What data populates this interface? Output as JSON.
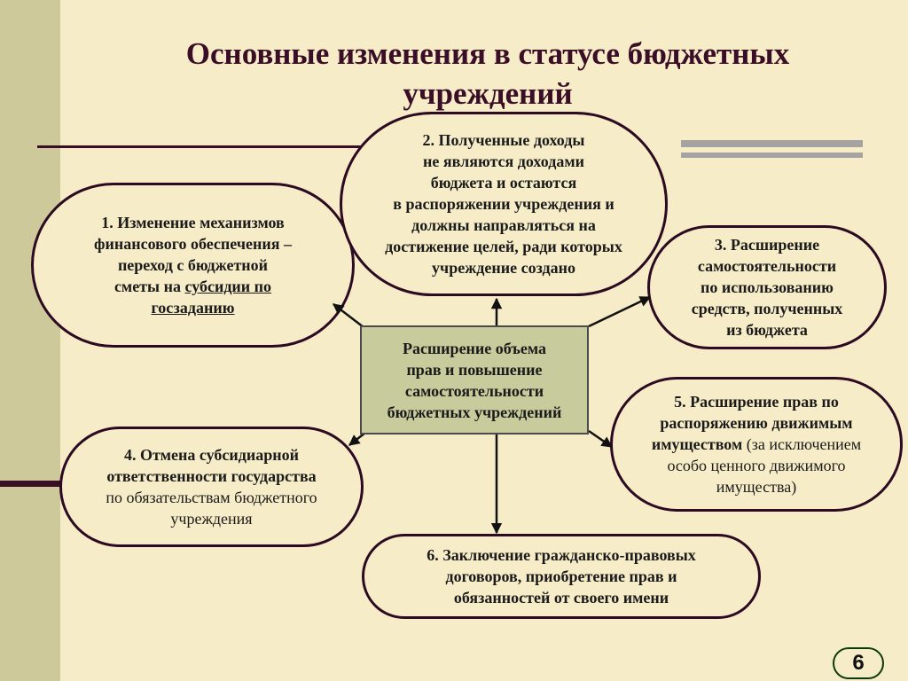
{
  "title": {
    "line1": "Основные изменения в статусе бюджетных",
    "line2": "учреждений"
  },
  "center": {
    "lines": [
      "Расширение объема",
      "прав и повышение",
      "самостоятельности",
      "бюджетных учреждений"
    ]
  },
  "box1": {
    "lines": [
      "1. Изменение механизмов",
      "финансового обеспечения –",
      "переход с бюджетной"
    ],
    "line4_prefix": "сметы на ",
    "line4_link": "субсидии по",
    "line5_link": "госзаданию"
  },
  "box2": {
    "lines": [
      "2. Полученные доходы",
      "не являются доходами",
      "бюджета и остаются",
      "в распоряжении учреждения и",
      "должны направляться на",
      "достижение целей, ради которых",
      "учреждение создано"
    ]
  },
  "box3": {
    "lines": [
      "3. Расширение",
      "самостоятельности",
      "по использованию",
      "средств, полученных",
      "из бюджета"
    ]
  },
  "box4": {
    "bold_lines": [
      "4. Отмена субсидиарной",
      "ответственности государства"
    ],
    "normal_lines": [
      "по обязательствам бюджетного",
      "учреждения"
    ]
  },
  "box5": {
    "bold_lines": [
      "5. Расширение прав по",
      "распоряжению движимым"
    ],
    "line3_bold": "имуществом",
    "line3_normal": " (за исключением",
    "normal_lines": [
      "особо ценного движимого",
      "имущества)"
    ]
  },
  "box6": {
    "lines": [
      "6. Заключение гражданско-правовых",
      "договоров, приобретение прав и",
      "обязанностей от своего имени"
    ]
  },
  "page_number": "6",
  "colors": {
    "background": "#f7ecc8",
    "left_band": "#cdc99a",
    "title": "#3a0e26",
    "bubble_border": "#2c0a21",
    "center_fill": "#c8cc9c"
  }
}
